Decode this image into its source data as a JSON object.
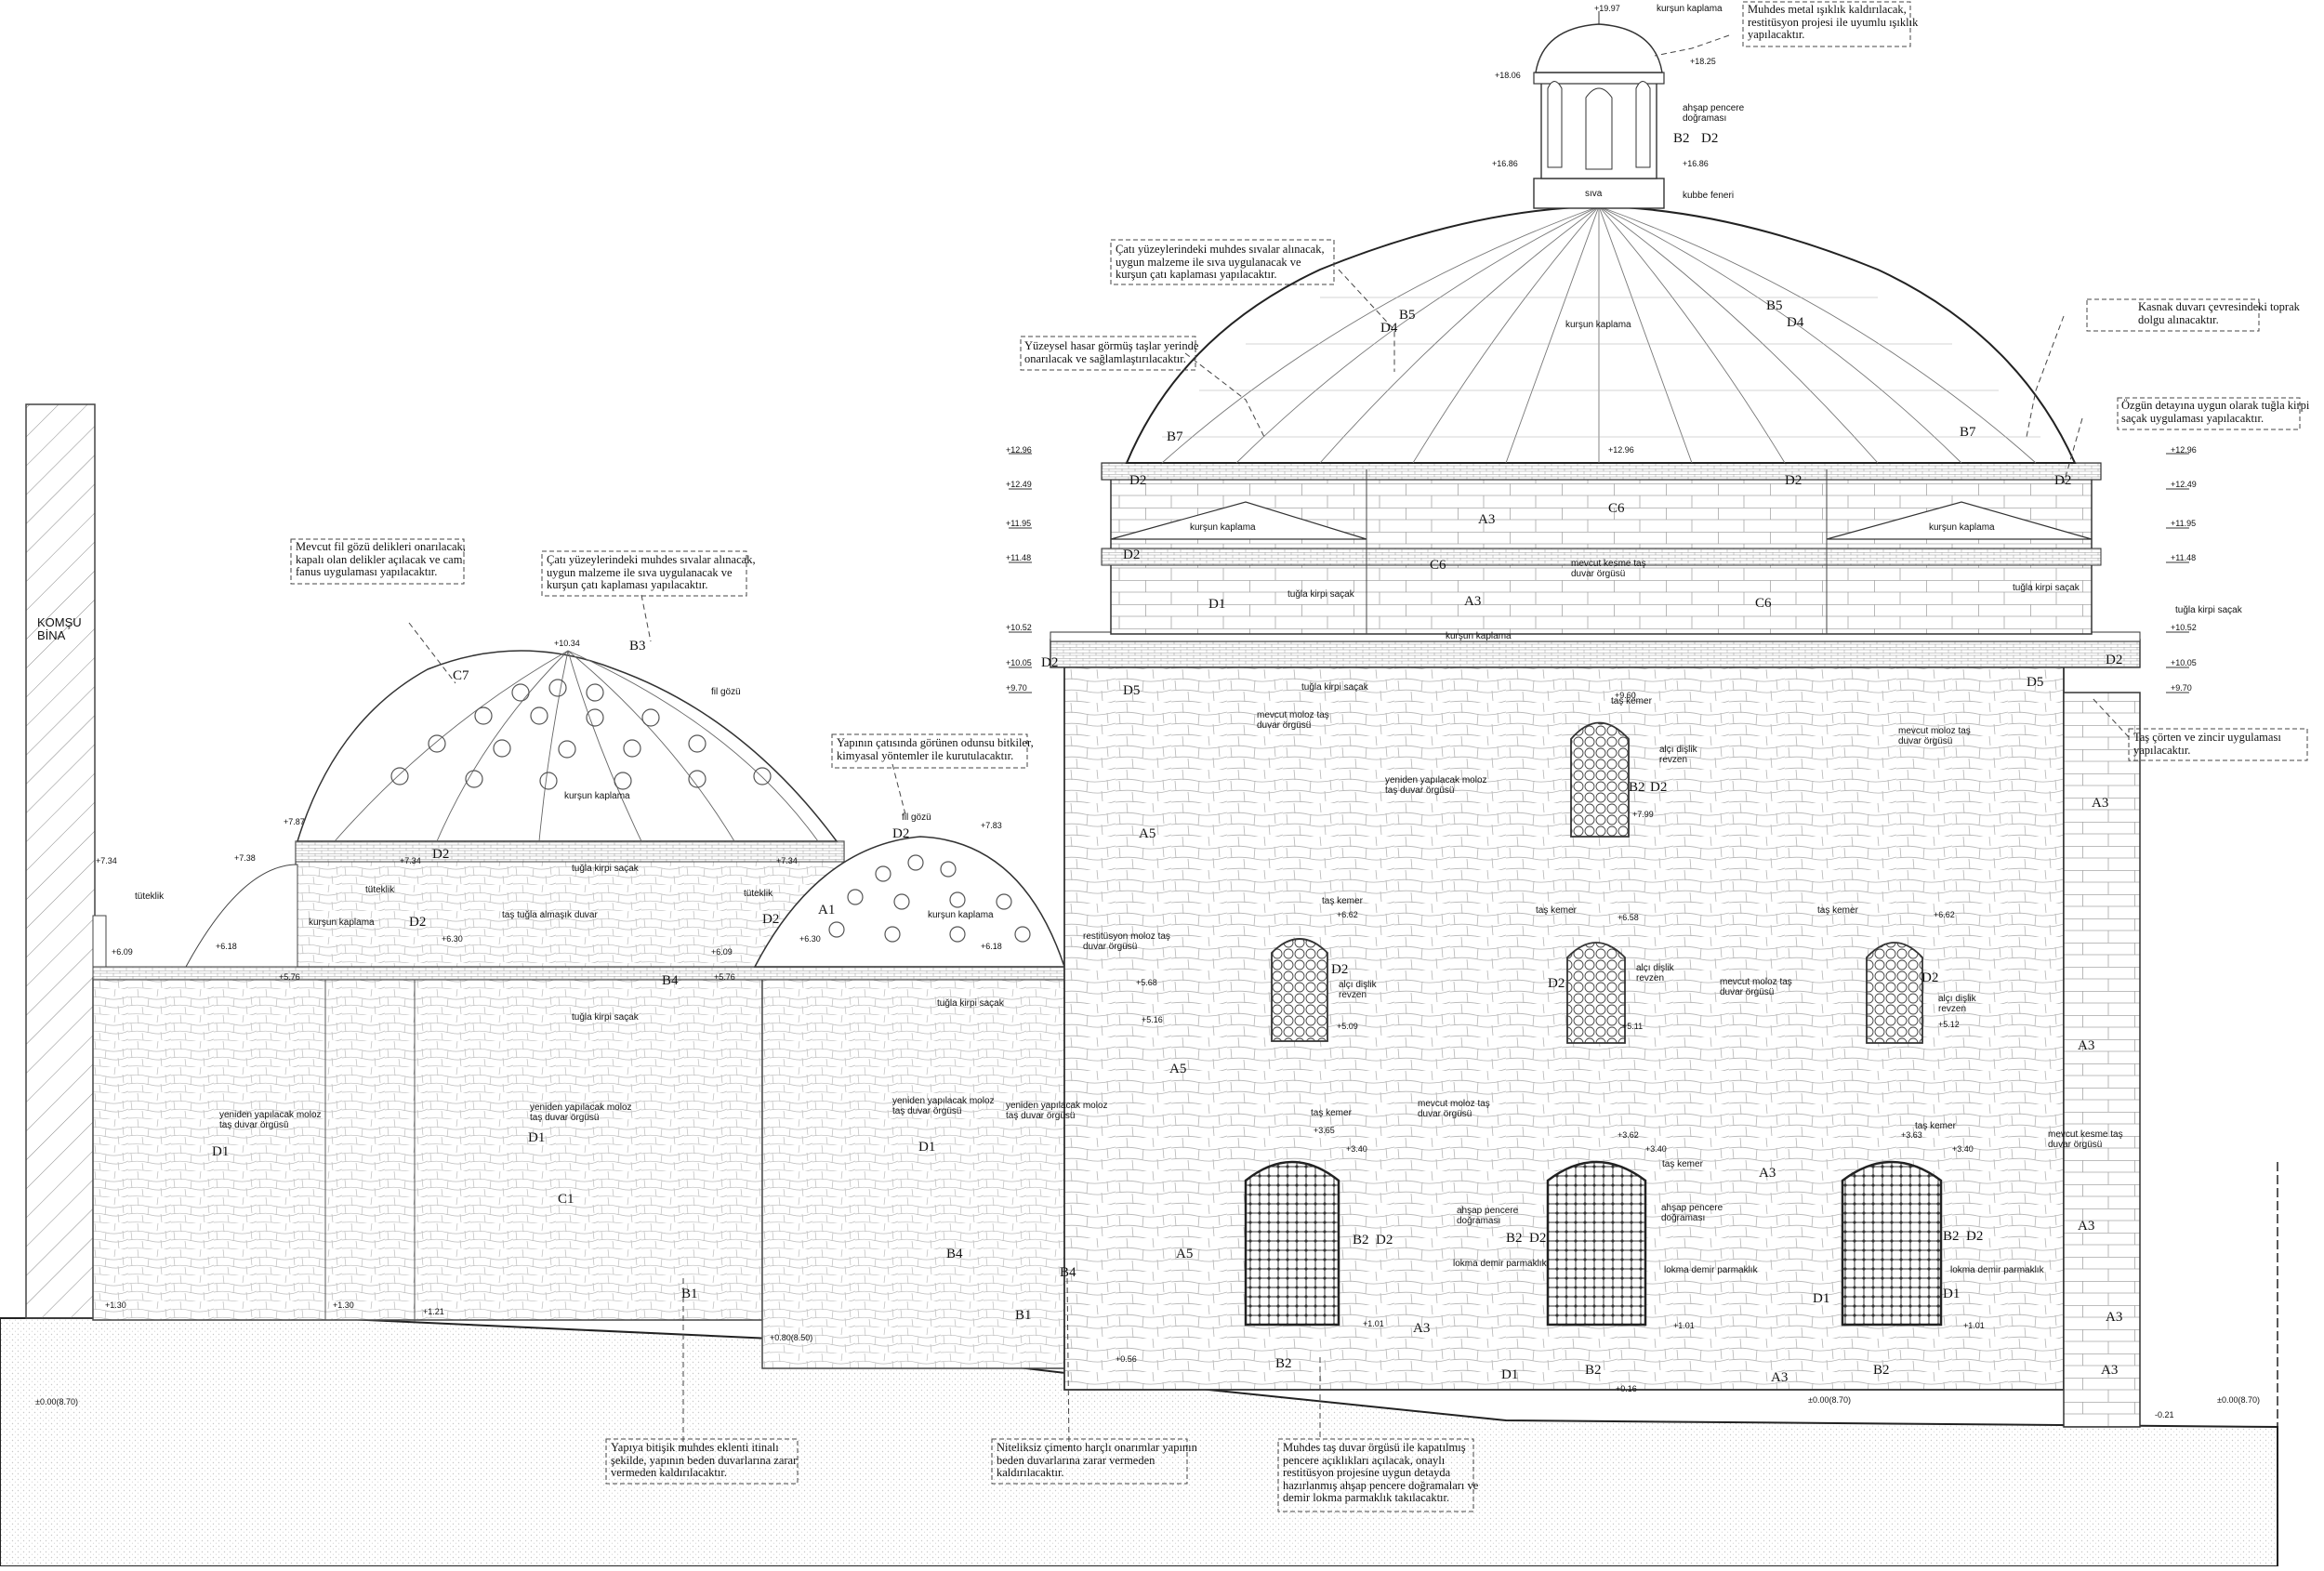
{
  "drawing": {
    "neighbor_label": [
      "KOMŞU",
      "BİNA"
    ],
    "notes": [
      {
        "id": "note-lantern",
        "lines": [
          "Muhdes metal ışıklık kaldırılacak,",
          "restitüsyon projesi ile uyumlu ışıklık",
          "yapılacaktır."
        ]
      },
      {
        "id": "note-main-dome-plaster",
        "lines": [
          "Çatı yüzeylerindeki muhdes sıvalar alınacak,",
          "uygun malzeme ile sıva uygulanacak ve",
          "kurşun çatı kaplaması yapılacaktır."
        ]
      },
      {
        "id": "note-surface-damage",
        "lines": [
          "Yüzeysel hasar görmüş taşlar yerinde",
          "onarılacak ve sağlamlaştırılacaktır."
        ]
      },
      {
        "id": "note-drum-soil",
        "lines": [
          "Kasnak duvarı çevresindeki toprak",
          "dolgu alınacaktır."
        ]
      },
      {
        "id": "note-brick-eave",
        "lines": [
          "Özgün detayına uygun olarak tuğla kirpi",
          "saçak uygulaması yapılacaktır."
        ]
      },
      {
        "id": "note-elephant-eye",
        "lines": [
          "Mevcut fil gözü delikleri onarılacak,",
          "kapalı olan delikler açılacak ve cam",
          "fanus uygulaması yapılacaktır."
        ]
      },
      {
        "id": "note-small-dome-plaster",
        "lines": [
          "Çatı yüzeylerindeki muhdes sıvalar alınacak,",
          "uygun malzeme ile sıva uygulanacak ve",
          "kurşun çatı kaplaması yapılacaktır."
        ]
      },
      {
        "id": "note-plants",
        "lines": [
          "Yapının çatısında görünen odunsu bitkiler,",
          "kimyasal yöntemler ile kurutulacaktır."
        ]
      },
      {
        "id": "note-gargoyle",
        "lines": [
          "Taş çörten ve zincir uygulaması",
          "yapılacaktır."
        ]
      },
      {
        "id": "note-annex",
        "lines": [
          "Yapıya bitişik muhdes eklenti itinalı",
          "şekilde, yapının beden duvarlarına zarar",
          "vermeden kaldırılacaktır."
        ]
      },
      {
        "id": "note-cement",
        "lines": [
          "Niteliksiz çimento harçlı onarımlar yapının",
          "beden duvarlarına zarar vermeden",
          "kaldırılacaktır."
        ]
      },
      {
        "id": "note-openings",
        "lines": [
          "Muhdes taş duvar örgüsü ile kapatılmış",
          "pencere açıklıkları açılacak, onaylı",
          "restitüsyon projesine uygun detayda",
          "hazırlanmış ahşap pencere doğramaları ve",
          "demir lokma parmaklık takılacaktır."
        ]
      }
    ],
    "labels": {
      "kursun_kaplama": "kurşun kaplama",
      "ahsap_pencere": [
        "ahşap pencere",
        "doğraması"
      ],
      "siva": "sıva",
      "kubbe_feneri": "kubbe feneri",
      "tugla_kirpi_sacak": "tuğla kirpi saçak",
      "mevcut_kesme": [
        "mevcut kesme taş",
        "duvar örgüsü"
      ],
      "mevcut_moloz": [
        "mevcut moloz taş",
        "duvar örgüsü"
      ],
      "yeniden_moloz": [
        "yeniden  yapılacak moloz",
        "taş duvar örgüsü"
      ],
      "tas_kemer": "taş kemer",
      "alci_disli": [
        "alçı dişlik",
        "revzen"
      ],
      "fil_gozu": "fil gözü",
      "tutekik": "tüteklik",
      "tas_tugla_almasik": "taş tuğla almaşık duvar",
      "restitusyon_moloz": [
        "restitüsyon moloz taş",
        "duvar örgüsü"
      ],
      "lokma_demir": "lokma demir parmaklık"
    },
    "elevations": {
      "lantern_top": "+19.97",
      "lantern_right": "+18.25",
      "lantern_left": "+18.06",
      "lantern_base_r": "+16.86",
      "lantern_base_l": "+16.86",
      "cornice_top": "+12.96",
      "cornice_mid": "+12.96",
      "l1": "+12.49",
      "l2": "+11.95",
      "l3": "+11.48",
      "l4": "+10.52",
      "l5": "+10.05",
      "l6": "+9.70",
      "upper_window_top": "+9.60",
      "upper_window_bottom": "+7.99",
      "small_dome_top": "+10.34",
      "small_dome_eave": "+7.87",
      "small_dome2_top": "+7.83",
      "left_7_34": "+7.34",
      "left_7_38": "+7.38",
      "mid_7_34": "+7.34",
      "annex_7_34": "+7.34",
      "left_6_09": "+6.09",
      "left_6_18": "+6.18",
      "mid_6_30": "+6.30",
      "mid_6_09": "+6.09",
      "mid_6_30b": "+6.30",
      "dome2_6_18": "+6.18",
      "parapet_5_76": "+5.76",
      "parapet_5_76b": "+5.76",
      "w1_top": "+6.62",
      "w1_bot": "+5.09",
      "w2_top": "+6.58",
      "w2_bot": "+5.11",
      "w3_top": "+6.62",
      "w3_bot": "+5.12",
      "mid_5_68": "+5.68",
      "mid_5_16": "+5.16",
      "ld1_top": "+3.65",
      "ld1_r": "+3.40",
      "ld2_top": "+3.62",
      "ld2_r": "+3.40",
      "ld3_top": "+3.63",
      "ld3_r": "+3.40",
      "ld1_sill": "+1.01",
      "ld2_sill": "+1.01",
      "ld3_sill": "+1.01",
      "g_1_30a": "+1.30",
      "g_1_30b": "+1.30",
      "g_1_21": "+1.21",
      "g_0_80": "+0.80(8.50)",
      "g_0_56": "+0.56",
      "g_0_16": "+0.16",
      "g_zero_left": "±0.00(8.70)",
      "g_zero_mid": "±0.00(8.70)",
      "g_zero_right": "±0.00(8.70)",
      "g_neg": "-0.21"
    },
    "codes": [
      {
        "id": "c01",
        "t": "B2"
      },
      {
        "id": "c02",
        "t": "D2"
      },
      {
        "id": "c03",
        "t": "B5"
      },
      {
        "id": "c04",
        "t": "D4"
      },
      {
        "id": "c05",
        "t": "B5"
      },
      {
        "id": "c06",
        "t": "D4"
      },
      {
        "id": "c07",
        "t": "B7"
      },
      {
        "id": "c08",
        "t": "B7"
      },
      {
        "id": "c09",
        "t": "D2"
      },
      {
        "id": "c10",
        "t": "D2"
      },
      {
        "id": "c11",
        "t": "D2"
      },
      {
        "id": "c12",
        "t": "A3"
      },
      {
        "id": "c13",
        "t": "C6"
      },
      {
        "id": "c14",
        "t": "D2"
      },
      {
        "id": "c15",
        "t": "C6"
      },
      {
        "id": "c16",
        "t": "D1"
      },
      {
        "id": "c17",
        "t": "A3"
      },
      {
        "id": "c18",
        "t": "C6"
      },
      {
        "id": "c19",
        "t": "D2"
      },
      {
        "id": "c20",
        "t": "D2"
      },
      {
        "id": "c21",
        "t": "D5"
      },
      {
        "id": "c22",
        "t": "D5"
      },
      {
        "id": "c23",
        "t": "B2"
      },
      {
        "id": "c24",
        "t": "D2"
      },
      {
        "id": "c25",
        "t": "A3"
      },
      {
        "id": "c26",
        "t": "A5"
      },
      {
        "id": "c27",
        "t": "C7"
      },
      {
        "id": "c28",
        "t": "B3"
      },
      {
        "id": "c29",
        "t": "D2"
      },
      {
        "id": "c30",
        "t": "D2"
      },
      {
        "id": "c31",
        "t": "D2"
      },
      {
        "id": "c32",
        "t": "D2"
      },
      {
        "id": "c33",
        "t": "A1"
      },
      {
        "id": "c34",
        "t": "B4"
      },
      {
        "id": "c35",
        "t": "D2"
      },
      {
        "id": "c36",
        "t": "D2"
      },
      {
        "id": "c37",
        "t": "D2"
      },
      {
        "id": "c38",
        "t": "A5"
      },
      {
        "id": "c39",
        "t": "A3"
      },
      {
        "id": "c40",
        "t": "D1"
      },
      {
        "id": "c41",
        "t": "D1"
      },
      {
        "id": "c42",
        "t": "D1"
      },
      {
        "id": "c43",
        "t": "C1"
      },
      {
        "id": "c44",
        "t": "A3"
      },
      {
        "id": "c45",
        "t": "A3"
      },
      {
        "id": "c46",
        "t": "B2"
      },
      {
        "id": "c47",
        "t": "D2"
      },
      {
        "id": "c48",
        "t": "B2"
      },
      {
        "id": "c49",
        "t": "D2"
      },
      {
        "id": "c50",
        "t": "B2"
      },
      {
        "id": "c51",
        "t": "D2"
      },
      {
        "id": "c52",
        "t": "B4"
      },
      {
        "id": "c53",
        "t": "B4"
      },
      {
        "id": "c54",
        "t": "A5"
      },
      {
        "id": "c55",
        "t": "B1"
      },
      {
        "id": "c56",
        "t": "B1"
      },
      {
        "id": "c57",
        "t": "A3"
      },
      {
        "id": "c58",
        "t": "D1"
      },
      {
        "id": "c59",
        "t": "D1"
      },
      {
        "id": "c60",
        "t": "A3"
      },
      {
        "id": "c61",
        "t": "B2"
      },
      {
        "id": "c62",
        "t": "D1"
      },
      {
        "id": "c63",
        "t": "B2"
      },
      {
        "id": "c64",
        "t": "A3"
      },
      {
        "id": "c65",
        "t": "B2"
      },
      {
        "id": "c66",
        "t": "A3"
      }
    ]
  }
}
